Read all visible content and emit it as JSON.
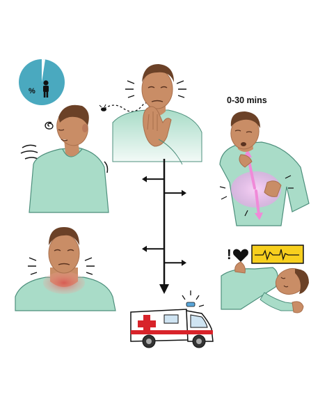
{
  "time_label": "0-30 mins",
  "pie_symbol": "%",
  "alert_symbol": "!",
  "colors": {
    "shirt": "#a9dcc8",
    "shirt_stroke": "#4d8f7c",
    "skin": "#c98d66",
    "skin_dark": "#a86f4c",
    "hair": "#6b4127",
    "pie": "#4aa9bf",
    "chest_glow": "#f2b8f0",
    "arrow_pink": "#f08ad8",
    "neck_rash": "#e57a7a",
    "ecg_bg": "#f7cf1e",
    "ambulance_red": "#d8232a",
    "line": "#111111"
  },
  "icons": [
    "pie-chart-icon",
    "person-icon",
    "dizzy-swirl-icon",
    "fly-icon",
    "heart-icon",
    "ecg-monitor-icon",
    "ambulance-icon",
    "siren-icon"
  ],
  "timeline": {
    "arrows": [
      {
        "side": "left",
        "level": 0.16
      },
      {
        "side": "right",
        "level": 0.27
      },
      {
        "side": "left",
        "level": 0.71
      },
      {
        "side": "right",
        "level": 0.82
      }
    ]
  }
}
